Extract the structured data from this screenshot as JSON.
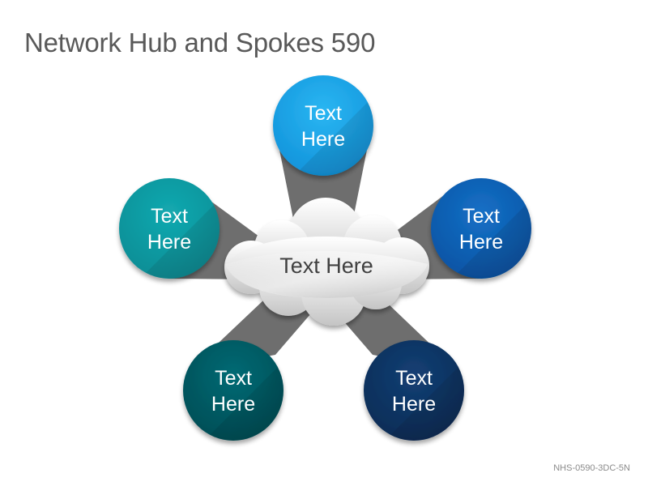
{
  "title": "Network Hub and Spokes 590",
  "hub": {
    "label": "Text Here"
  },
  "spokes": [
    {
      "line1": "Text",
      "line2": "Here",
      "color": "#1aa3e8"
    },
    {
      "line1": "Text",
      "line2": "Here",
      "color": "#0a5fb4"
    },
    {
      "line1": "Text",
      "line2": "Here",
      "color": "#0c3463"
    },
    {
      "line1": "Text",
      "line2": "Here",
      "color": "#005963"
    },
    {
      "line1": "Text",
      "line2": "Here",
      "color": "#0a9aa2"
    }
  ],
  "colors": {
    "spoke_connector": "#6e6e6e",
    "title": "#595959"
  },
  "footer_code": "NHS-0590-3DC-5N"
}
